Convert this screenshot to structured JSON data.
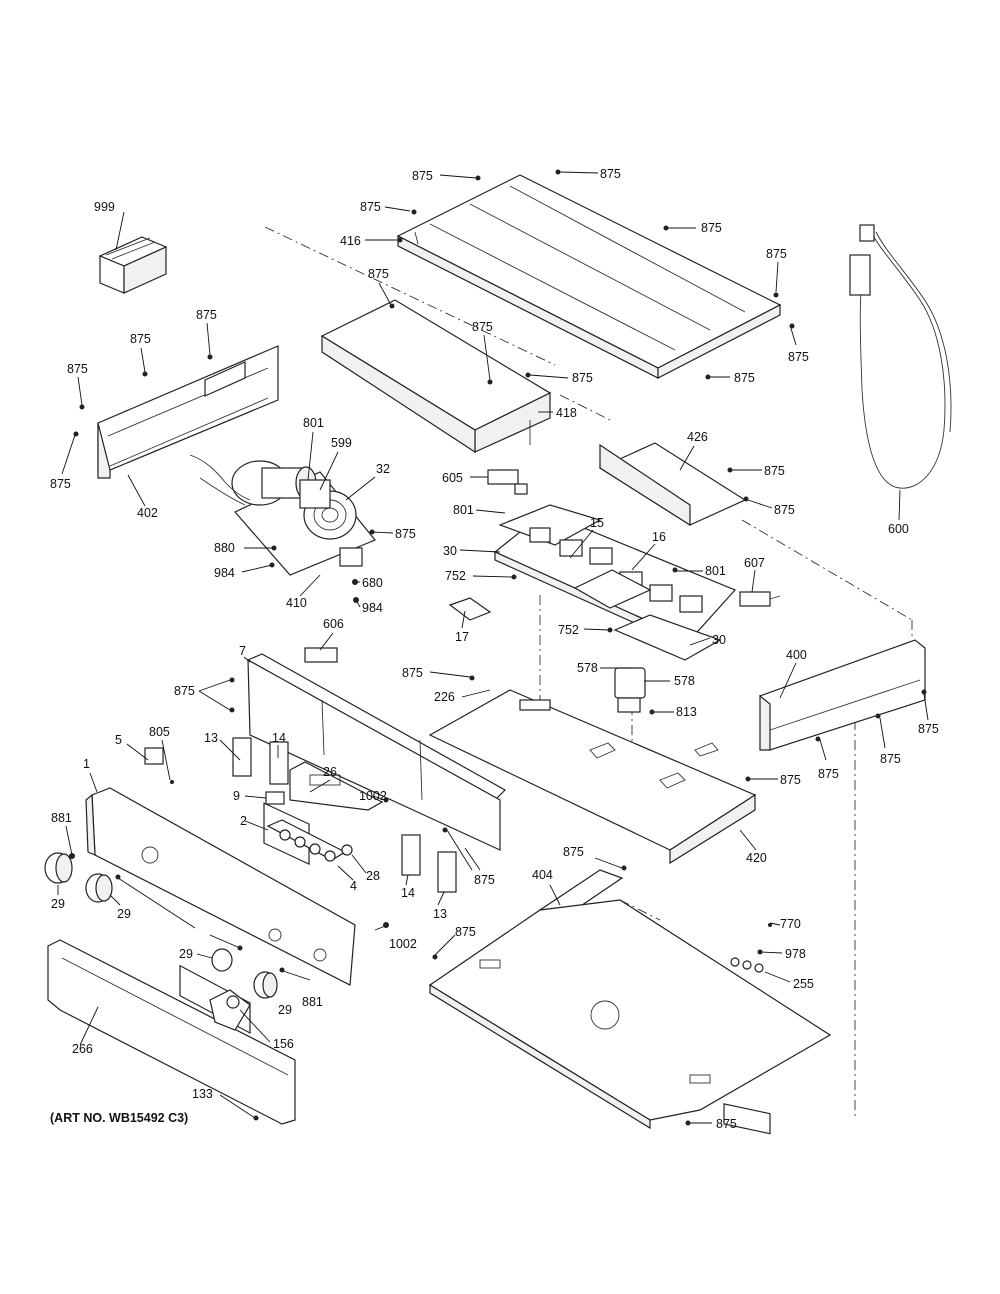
{
  "art_number": "(ART NO. WB15492 C3)",
  "callouts": {
    "c999": "999",
    "c875": "875",
    "c416": "416",
    "c418": "418",
    "c402": "402",
    "c801": "801",
    "c599": "599",
    "c32": "32",
    "c880": "880",
    "c984": "984",
    "c680": "680",
    "c410": "410",
    "c605": "605",
    "c426": "426",
    "c15": "15",
    "c16": "16",
    "c30": "30",
    "c752": "752",
    "c607": "607",
    "c600": "600",
    "c17": "17",
    "c606": "606",
    "c7": "7",
    "c578": "578",
    "c226": "226",
    "c813": "813",
    "c400": "400",
    "c5": "5",
    "c805": "805",
    "c13": "13",
    "c14": "14",
    "c26": "26",
    "c1": "1",
    "c9": "9",
    "c1002": "1002",
    "c881": "881",
    "c2": "2",
    "c28": "28",
    "c4": "4",
    "c29": "29",
    "c420": "420",
    "c404": "404",
    "c770": "770",
    "c978": "978",
    "c255": "255",
    "c266": "266",
    "c156": "156",
    "c133": "133"
  }
}
